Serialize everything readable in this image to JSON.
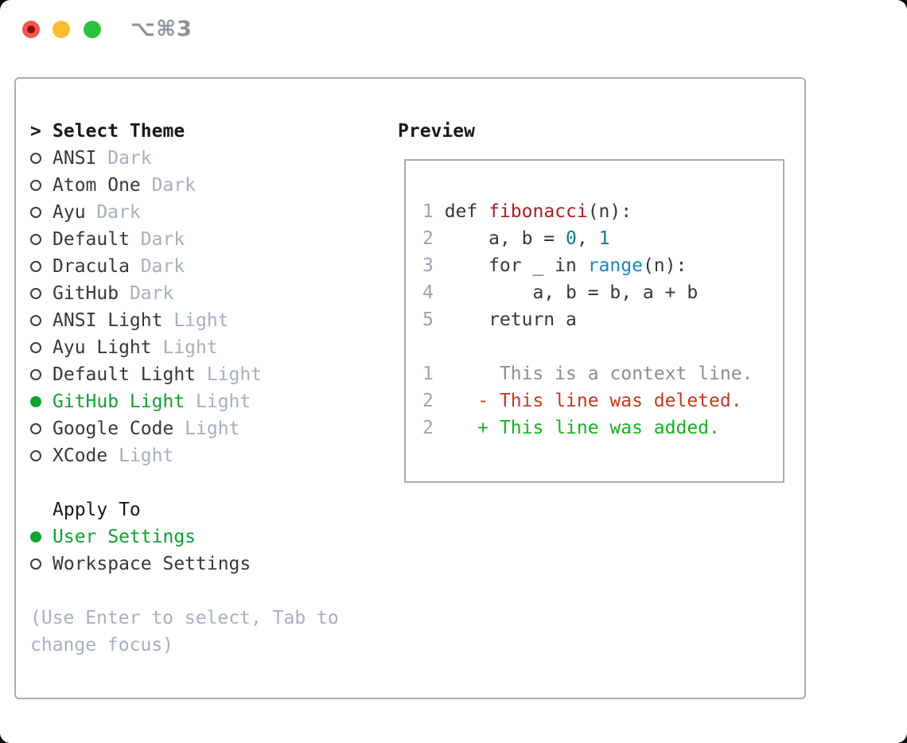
{
  "window": {
    "title": "⌥⌘3"
  },
  "selector": {
    "header": {
      "cursor": ">",
      "label": "Select Theme"
    },
    "themes": [
      {
        "name": "ANSI",
        "tag": "Dark",
        "selected": false
      },
      {
        "name": "Atom One",
        "tag": "Dark",
        "selected": false
      },
      {
        "name": "Ayu",
        "tag": "Dark",
        "selected": false
      },
      {
        "name": "Default",
        "tag": "Dark",
        "selected": false
      },
      {
        "name": "Dracula",
        "tag": "Dark",
        "selected": false
      },
      {
        "name": "GitHub",
        "tag": "Dark",
        "selected": false
      },
      {
        "name": "ANSI Light",
        "tag": "Light",
        "selected": false
      },
      {
        "name": "Ayu Light",
        "tag": "Light",
        "selected": false
      },
      {
        "name": "Default Light",
        "tag": "Light",
        "selected": false
      },
      {
        "name": "GitHub Light",
        "tag": "Light",
        "selected": true
      },
      {
        "name": "Google Code",
        "tag": "Light",
        "selected": false
      },
      {
        "name": "XCode",
        "tag": "Light",
        "selected": false
      }
    ],
    "apply_to": {
      "label": "Apply To",
      "options": [
        {
          "name": "User Settings",
          "selected": true
        },
        {
          "name": "Workspace Settings",
          "selected": false
        }
      ]
    },
    "hint_lines": [
      "(Use Enter to select, Tab to",
      "change focus)"
    ]
  },
  "preview": {
    "label": "Preview",
    "lines": [
      {
        "num": "1",
        "tokens": [
          {
            "text": "def ",
            "style": "code"
          },
          {
            "text": "fibonacci",
            "style": "function"
          },
          {
            "text": "(n):",
            "style": "code"
          }
        ]
      },
      {
        "num": "2",
        "tokens": [
          {
            "text": "    a, b = ",
            "style": "code"
          },
          {
            "text": "0",
            "style": "number"
          },
          {
            "text": ", ",
            "style": "code"
          },
          {
            "text": "1",
            "style": "number"
          }
        ]
      },
      {
        "num": "3",
        "tokens": [
          {
            "text": "    for _ in ",
            "style": "code"
          },
          {
            "text": "range",
            "style": "builtin"
          },
          {
            "text": "(n):",
            "style": "code"
          }
        ]
      },
      {
        "num": "4",
        "tokens": [
          {
            "text": "        a, b = b, a + b",
            "style": "code"
          }
        ]
      },
      {
        "num": "5",
        "tokens": [
          {
            "text": "    return a",
            "style": "code"
          }
        ]
      },
      {
        "num": "",
        "tokens": []
      },
      {
        "num": "1",
        "tokens": [
          {
            "text": "     This is a context line.",
            "style": "context"
          }
        ]
      },
      {
        "num": "2",
        "tokens": [
          {
            "text": "   - This line was deleted.",
            "style": "deleted"
          }
        ]
      },
      {
        "num": "2",
        "tokens": [
          {
            "text": "   + This line was added.",
            "style": "added"
          }
        ]
      }
    ]
  },
  "colors": {
    "close_red": "#f5564d",
    "close_dot": "#8b100c",
    "minimize_yellow": "#fdbd30",
    "zoom_green": "#29c43e",
    "border_gray": "#a7aeb8",
    "header_black": "#17191c",
    "text_dark": "#34383d",
    "muted_gray": "#a6b0bc",
    "selection_green": "#0da32f",
    "line_number_gray": "#9aa5b4",
    "function_red": "#b01d1d",
    "builtin_blue": "#1987c8",
    "number_teal": "#0f7f80",
    "context_gray": "#8a8f94",
    "deleted_red": "#c23a1f",
    "added_green": "#14b41c"
  }
}
